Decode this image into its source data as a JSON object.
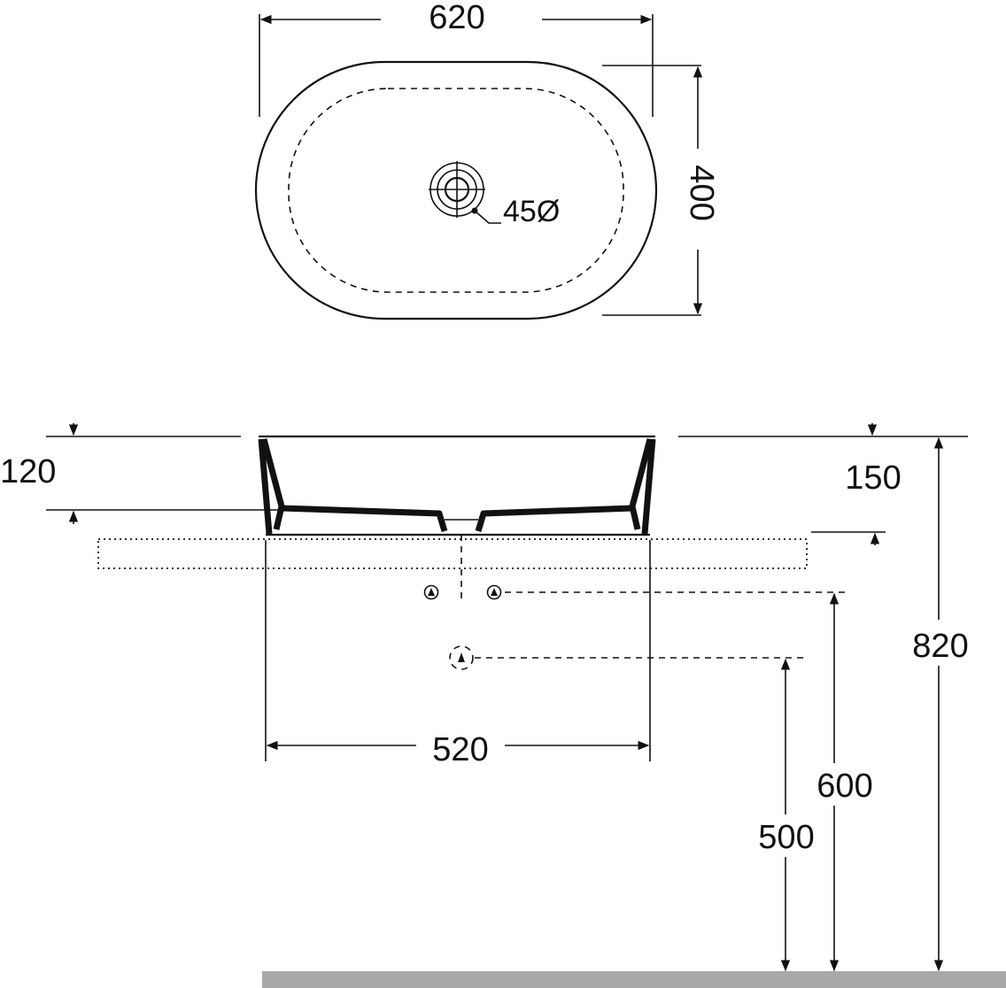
{
  "top_view": {
    "width_label": "620",
    "depth_label": "400",
    "drain_label": "45Ø"
  },
  "side_view": {
    "left_height_label": "120",
    "right_height_label": "150",
    "base_width_label": "520",
    "total_height_label": "820",
    "supply_height_label": "600",
    "waste_height_label": "500"
  },
  "colors": {
    "line": "#111111",
    "floor": "#a8a8a8",
    "background": "#ffffff"
  }
}
